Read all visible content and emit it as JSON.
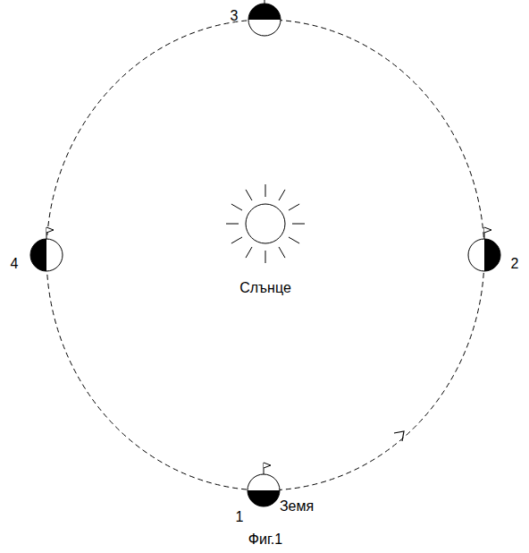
{
  "diagram": {
    "caption": "Фиг.1",
    "labels": [
      "3",
      "4",
      "2",
      "1",
      "Земя",
      "Слънце"
    ]
  }
}
